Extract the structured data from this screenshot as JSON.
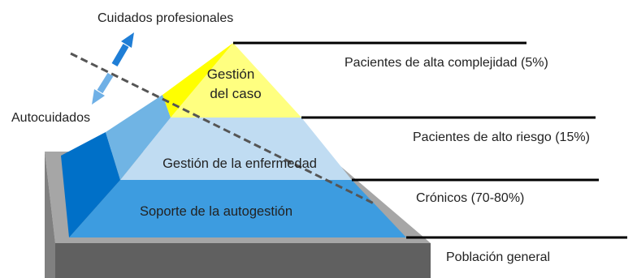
{
  "diagram": {
    "top_label": "Cuidados profesionales",
    "left_label": "Autocuidados",
    "levels": {
      "case_management": {
        "line1": "Gestión",
        "line2": "del caso"
      },
      "disease_management": "Gestión de la enfermedad",
      "self_management_support": "Soporte de la autogestión"
    },
    "populations": {
      "high_complexity": "Pacientes de alta complejidad (5%)",
      "high_risk": "Pacientes de alto riesgo (15%)",
      "chronic": "Crónicos (70-80%)",
      "general": "Población general"
    }
  },
  "colors": {
    "yellow_top": "#ffff80",
    "yellow_side": "#ffff00",
    "light_blue": "#c0dcf2",
    "mid_blue": "#70b4e4",
    "bright_blue": "#3d9ce0",
    "dark_blue": "#0070c8",
    "base_top": "#a6a6a6",
    "base_front": "#606060",
    "arrow_blue": "#1f7ed6",
    "arrow_light": "#6fb0e6"
  }
}
